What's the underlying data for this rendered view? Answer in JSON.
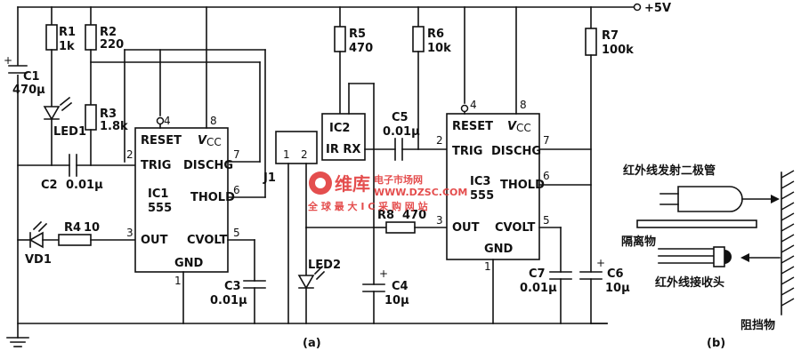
{
  "supply": "+5V",
  "panel_a_label": "(a)",
  "panel_b_label": "(b)",
  "ic1": {
    "name": "IC1",
    "part": "555",
    "pins": {
      "reset": "RESET",
      "vcc": "V",
      "vcc_sub": "CC",
      "trig": "TRIG",
      "dischg": "DISCHG",
      "thold": "THOLD",
      "out": "OUT",
      "cvolt": "CVOLT",
      "gnd": "GND"
    },
    "pin_numbers": {
      "p4": "4",
      "p8": "8",
      "p2": "2",
      "p7": "7",
      "p6": "6",
      "p3": "3",
      "p5": "5",
      "p1": "1"
    }
  },
  "ic2": {
    "name": "IC2",
    "pins": "IR RX"
  },
  "ic3": {
    "name": "IC3",
    "part": "555",
    "pins": {
      "reset": "RESET",
      "vcc": "V",
      "vcc_sub": "CC",
      "trig": "TRIG",
      "dischg": "DISCHG",
      "thold": "THOLD",
      "out": "OUT",
      "cvolt": "CVOLT",
      "gnd": "GND"
    },
    "pin_numbers": {
      "p4": "4",
      "p8": "8",
      "p2": "2",
      "p7": "7",
      "p6": "6",
      "p3": "3",
      "p5": "5",
      "p1": "1"
    }
  },
  "j1": {
    "name": "J1",
    "pin1": "1",
    "pin2": "2"
  },
  "components": {
    "r1": {
      "name": "R1",
      "value": "1k"
    },
    "r2": {
      "name": "R2",
      "value": "220"
    },
    "r3": {
      "name": "R3",
      "value": "1.8k"
    },
    "r4": {
      "name": "R4",
      "value": "10"
    },
    "r5": {
      "name": "R5",
      "value": "470"
    },
    "r6": {
      "name": "R6",
      "value": "10k"
    },
    "r7": {
      "name": "R7",
      "value": "100k"
    },
    "r8": {
      "name": "R8",
      "value": "470"
    },
    "c1": {
      "name": "C1",
      "value": "470μ"
    },
    "c2": {
      "name": "C2",
      "value": "0.01μ"
    },
    "c3": {
      "name": "C3",
      "value": "0.01μ"
    },
    "c4": {
      "name": "C4",
      "value": "10μ"
    },
    "c5": {
      "name": "C5",
      "value": "0.01μ"
    },
    "c6": {
      "name": "C6",
      "value": "10μ"
    },
    "c7": {
      "name": "C7",
      "value": "0.01μ"
    },
    "led1": {
      "name": "LED1"
    },
    "led2": {
      "name": "LED2"
    },
    "vd1": {
      "name": "VD1"
    }
  },
  "plus_sign": "+",
  "panel_b": {
    "emitter": "红外线发射二极管",
    "isolator": "隔离物",
    "receiver": "红外线接收头",
    "obstacle": "阻挡物"
  },
  "watermark": {
    "brand": "维库",
    "brand2": "电子市场网",
    "url": "WWW.DZSC.COM",
    "slogan": "全 球 最 大 I C 采 购 网 站"
  }
}
